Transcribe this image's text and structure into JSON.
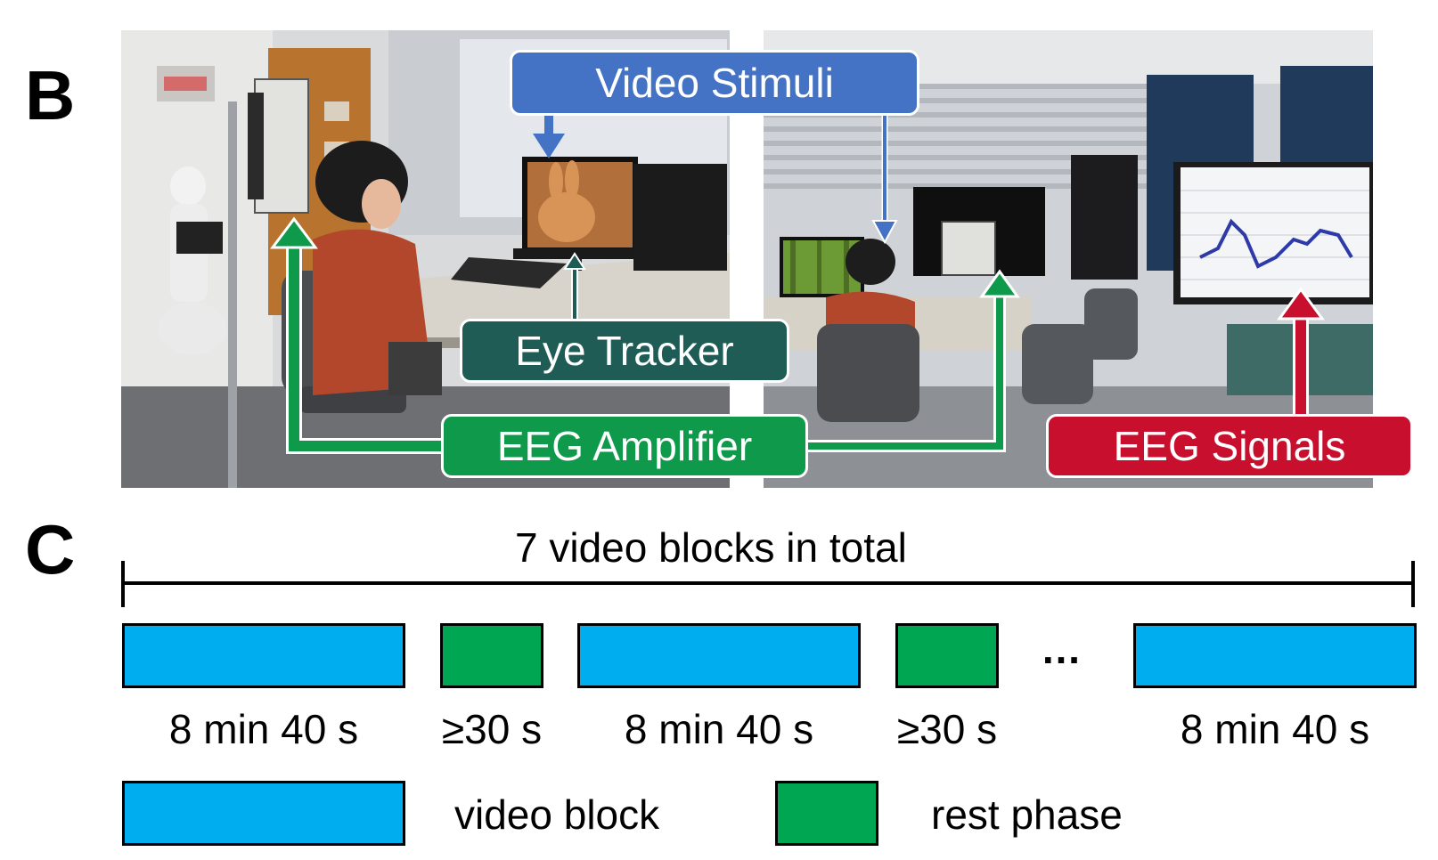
{
  "panels": {
    "b": "B",
    "c": "C"
  },
  "callouts": {
    "video_stimuli": "Video Stimuli",
    "eye_tracker": "Eye Tracker",
    "eeg_amplifier": "EEG Amplifier",
    "eeg_signals": "EEG Signals"
  },
  "timeline": {
    "title": "7 video blocks in total",
    "blocks": [
      {
        "type": "video",
        "label": "8 min 40 s"
      },
      {
        "type": "rest",
        "label": "≥30 s"
      },
      {
        "type": "video",
        "label": "8 min 40 s"
      },
      {
        "type": "rest",
        "label": "≥30 s"
      },
      {
        "type": "ellipsis",
        "label": "…"
      },
      {
        "type": "video",
        "label": "8 min 40 s"
      }
    ],
    "total_video_blocks": 7
  },
  "legend": {
    "video": "video block",
    "rest": "rest phase"
  },
  "colors": {
    "video_block": "#00AEEF",
    "rest_phase": "#00A651",
    "video_stimuli": "#4472C4",
    "eye_tracker": "#1E5C55",
    "eeg_amplifier": "#0E9A4A",
    "eeg_signals": "#C8102E"
  }
}
